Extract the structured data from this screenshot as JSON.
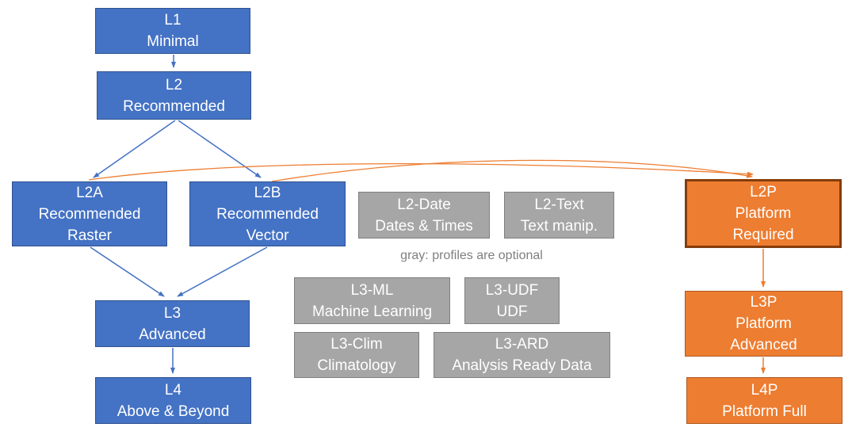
{
  "note": {
    "text": "gray: profiles are optional"
  },
  "colors": {
    "blue_fill": "#4472C4",
    "blue_border": "#2F528F",
    "blue_line": "#4472C4",
    "gray_fill": "#A6A6A6",
    "gray_border": "#7F7F7F",
    "orange_fill": "#ED7D31",
    "orange_border": "#AE5A21",
    "orange_line": "#ED7D31",
    "l2p_border": "#843C0C",
    "note_color": "#7F7F7F"
  },
  "nodes": {
    "l1": {
      "lines": [
        "L1",
        "Minimal"
      ],
      "group": "blue"
    },
    "l2": {
      "lines": [
        "L2",
        "Recommended"
      ],
      "group": "blue"
    },
    "l2a": {
      "lines": [
        "L2A",
        "Recommended",
        "Raster"
      ],
      "group": "blue"
    },
    "l2b": {
      "lines": [
        "L2B",
        "Recommended",
        "Vector"
      ],
      "group": "blue"
    },
    "l3": {
      "lines": [
        "L3",
        "Advanced"
      ],
      "group": "blue"
    },
    "l4": {
      "lines": [
        "L4",
        "Above & Beyond"
      ],
      "group": "blue"
    },
    "l2date": {
      "lines": [
        "L2-Date",
        "Dates & Times"
      ],
      "group": "gray"
    },
    "l2text": {
      "lines": [
        "L2-Text",
        "Text manip."
      ],
      "group": "gray"
    },
    "l3ml": {
      "lines": [
        "L3-ML",
        "Machine Learning"
      ],
      "group": "gray"
    },
    "l3udf": {
      "lines": [
        "L3-UDF",
        "UDF"
      ],
      "group": "gray"
    },
    "l3clim": {
      "lines": [
        "L3-Clim",
        "Climatology"
      ],
      "group": "gray"
    },
    "l3ard": {
      "lines": [
        "L3-ARD",
        "Analysis Ready Data"
      ],
      "group": "gray"
    },
    "l2p": {
      "lines": [
        "L2P",
        "Platform",
        "Required"
      ],
      "group": "orange"
    },
    "l3p": {
      "lines": [
        "L3P",
        "Platform",
        "Advanced"
      ],
      "group": "orange"
    },
    "l4p": {
      "lines": [
        "L4P",
        "Platform Full"
      ],
      "group": "orange"
    }
  },
  "edges": [
    {
      "from": "L1",
      "to": "L2",
      "style": "blue"
    },
    {
      "from": "L2",
      "to": "L2A",
      "style": "blue"
    },
    {
      "from": "L2",
      "to": "L2B",
      "style": "blue"
    },
    {
      "from": "L2A",
      "to": "L3",
      "style": "blue"
    },
    {
      "from": "L2B",
      "to": "L3",
      "style": "blue"
    },
    {
      "from": "L3",
      "to": "L4",
      "style": "blue"
    },
    {
      "from": "L2A",
      "to": "L2P",
      "style": "orange-curve"
    },
    {
      "from": "L2B",
      "to": "L2P",
      "style": "orange-curve"
    },
    {
      "from": "L2P",
      "to": "L3P",
      "style": "orange"
    },
    {
      "from": "L3P",
      "to": "L4P",
      "style": "orange"
    }
  ]
}
